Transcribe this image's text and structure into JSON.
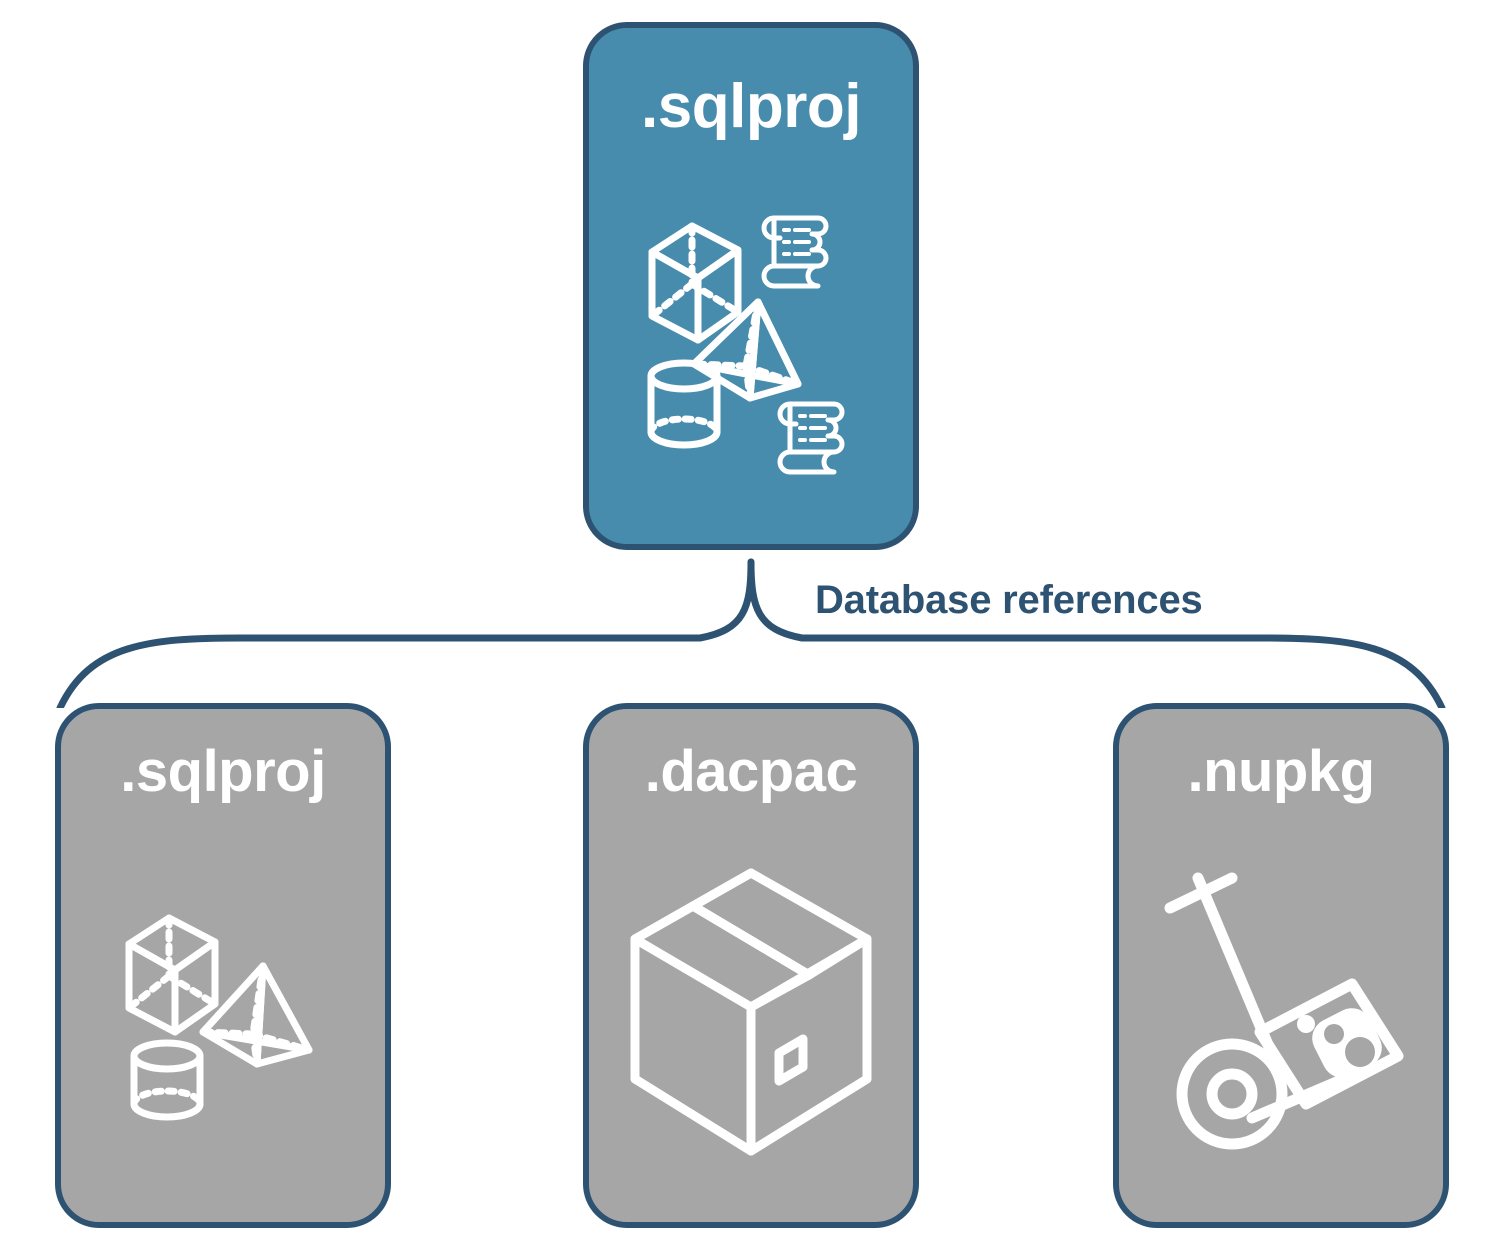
{
  "diagram": {
    "title": "Database references",
    "colors": {
      "root_card_fill": "#478CAC",
      "reference_card_fill": "#A6A6A6",
      "border": "#2E5372",
      "label_text": "#2E5372",
      "icon_stroke": "#FFFFFF",
      "background": "#FFFFFF"
    },
    "root": {
      "label": ".sqlproj",
      "icons": [
        "cube-icon",
        "pyramid-icon",
        "cylinder-icon",
        "scroll-icon",
        "scroll-icon"
      ]
    },
    "connector": {
      "label": "Database references",
      "type": "bracket",
      "branches": 3
    },
    "references": [
      {
        "label": ".sqlproj",
        "icons": [
          "cube-icon",
          "pyramid-icon",
          "cylinder-icon"
        ]
      },
      {
        "label": ".dacpac",
        "icons": [
          "package-box-icon"
        ]
      },
      {
        "label": ".nupkg",
        "icons": [
          "hand-truck-icon"
        ]
      }
    ]
  }
}
